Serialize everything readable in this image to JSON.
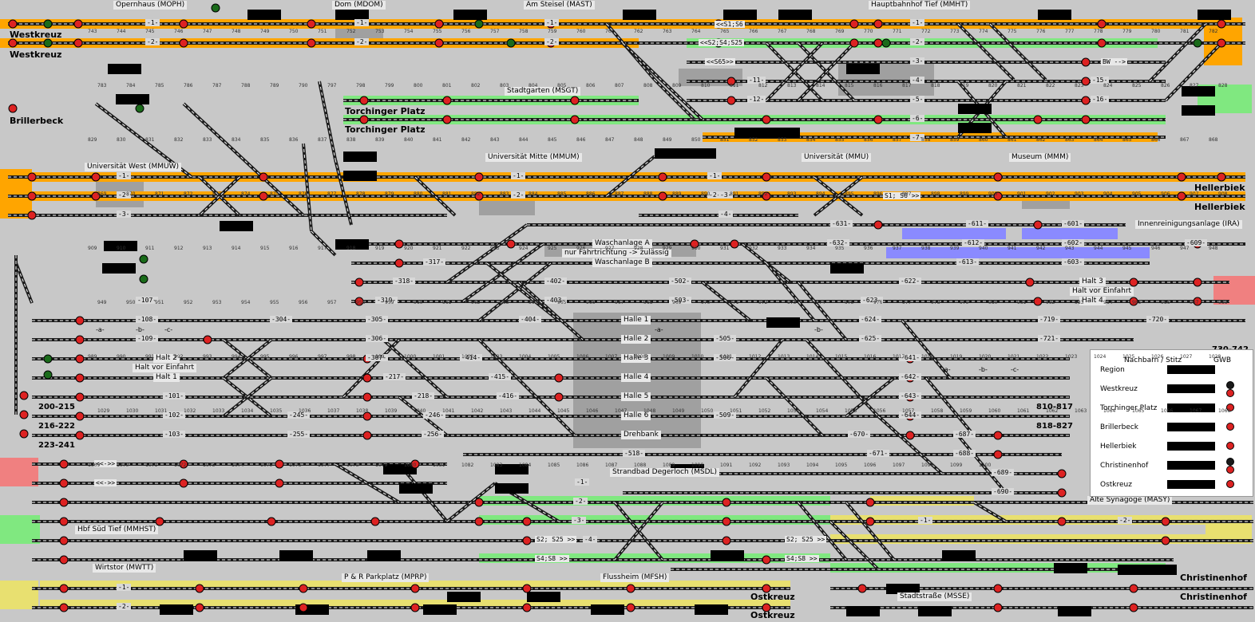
{
  "stations": {
    "opernhaus": "Opernhaus (MOPH)",
    "dom": "Dom (MDOM)",
    "am_steisel": "Am Steisel (MAST)",
    "hbf_tief": "Hauptbahnhof Tief (MMHT)",
    "stadtgarten": "Stadtgarten (MSGT)",
    "uni_west": "Universität West (MMUW)",
    "uni_mitte": "Universität Mitte (MMUM)",
    "universitaet": "Universität (MMU)",
    "museum": "Museum (MMM)",
    "ira": "Innenreinigungsanlage (IRA)",
    "strandbad": "Strandbad Degerloch (MSDL)",
    "alte_synagoge": "Alte Synagoge (MASY)",
    "hbf_sued_tief": "Hbf Süd Tief (MMHST)",
    "wirtstor": "Wirtstor (MWTT)",
    "pr_parkplatz": "P & R Parkplatz (MPRP)",
    "flussheim": "Flussheim (MFSH)",
    "stadtstrasse": "Stadtstraße (MSSE)"
  },
  "places": {
    "westkreuz_1": "Westkreuz",
    "westkreuz_2": "Westkreuz",
    "brillerbeck": "Brillerbeck",
    "torchinger_1": "Torchinger Platz",
    "torchinger_2": "Torchinger Platz",
    "hellerbiek_1": "Hellerbiek",
    "hellerbiek_2": "Hellerbiek",
    "christinenhof_1": "Christinenhof",
    "christinenhof_2": "Christinenhof",
    "ostkreuz_1": "Ostkreuz",
    "ostkreuz_2": "Ostkreuz"
  },
  "facility_labels": {
    "waschanlage_a": "Waschanlage A",
    "waschanlage_b": "Waschanlage B",
    "fahrtrichtung": "nur Fahrtrichtung -> zulässig",
    "halle_1": "Halle 1",
    "halle_2": "Halle 2",
    "halle_3": "Halle 3",
    "halle_4": "Halle 4",
    "halle_5": "Halle 5",
    "halle_6": "Halle 6",
    "drehbank": "Drehbank",
    "halt_2": "Halt 2",
    "halt_vor_einfahrt_w": "Halt vor Einfahrt",
    "halt_1": "Halt 1",
    "halt_3": "Halt 3",
    "halt_vor_einfahrt_e": "Halt vor Einfahrt",
    "halt_4": "Halt 4"
  },
  "route_labels": {
    "s1s6_top": "<<S1;S6",
    "s2s4s25": "<<S2;S4;S25",
    "s65": "<<S65>>",
    "bw": "BW -->",
    "s1s6_mid": "S1; S6 >>",
    "s2s25_a": "S2; S25 >>",
    "s4s8_a": "S4;S8 >>",
    "s2s25_b": "S2; S25 >>",
    "s4s8_b": "S4;S8 >>",
    "loop_a": "<<->>",
    "loop_b": "<<->>",
    "loop_c": "<<->>",
    "loop_d": "<<->>"
  },
  "ranges": {
    "r1": "200-215",
    "r2": "216-222",
    "r3": "223-241",
    "r4": "810-817",
    "r5": "818-827",
    "r6": "730-742"
  },
  "track_numbers": [
    "-1-",
    "-2-",
    "-1-",
    "-2-",
    "-1-",
    "-2-",
    "-1-",
    "-2-",
    "-3-",
    "-4-",
    "-5-",
    "-6-",
    "-7-",
    "-11-",
    "-12-",
    "-15-",
    "-16-",
    "-1-",
    "-2-",
    "-3-",
    "-1-",
    "-2-",
    "-1-",
    "-2-",
    "-3-",
    "-4-",
    "-631-",
    "-632-",
    "-611-",
    "-601-",
    "-612-",
    "-602-",
    "-609-",
    "-613-",
    "-603-",
    "-317-",
    "-318-",
    "-319-",
    "-402-",
    "-403-",
    "-502-",
    "-503-",
    "-622-",
    "-623-",
    "-107-",
    "-108-",
    "-109-",
    "-304-",
    "-305-",
    "-306-",
    "-307-",
    "-404-",
    "-624-",
    "-719-",
    "-720-",
    "-625-",
    "-721-",
    "-505-",
    "-506-",
    "-641-",
    "-642-",
    "-643-",
    "-644-",
    "-414-",
    "-415-",
    "-416-",
    "-101-",
    "-102-",
    "-103-",
    "-217-",
    "-218-",
    "-245-",
    "-246-",
    "-255-",
    "-256-",
    "-509-",
    "-670-",
    "-671-",
    "-687-",
    "-688-",
    "-518-",
    "-689-",
    "-690-",
    "-1-",
    "-2-",
    "-3-",
    "-4-",
    "-1-",
    "-2-",
    "-1-",
    "-2-"
  ],
  "tiny_letters": [
    "-a-",
    "-b-",
    "-c-",
    "-a-",
    "-b-",
    "-a-",
    "-b-",
    "-c-"
  ],
  "track_ids_sample": [
    "743",
    "744",
    "745",
    "746",
    "747",
    "748",
    "749",
    "750",
    "751",
    "752",
    "753",
    "754",
    "755",
    "756",
    "757",
    "758",
    "759",
    "760",
    "761",
    "762",
    "763",
    "764",
    "765",
    "766",
    "767",
    "768",
    "769",
    "770",
    "771",
    "772",
    "773",
    "774",
    "775",
    "776",
    "777",
    "778",
    "779",
    "780",
    "781",
    "782",
    "783",
    "784",
    "785",
    "786",
    "787",
    "788",
    "789",
    "790",
    "797",
    "798",
    "799",
    "800",
    "801",
    "802",
    "803",
    "804",
    "805",
    "806",
    "807",
    "808",
    "809",
    "810",
    "811",
    "812",
    "813",
    "814",
    "815",
    "816",
    "817",
    "818",
    "819",
    "820",
    "821",
    "822",
    "823",
    "824",
    "825",
    "826",
    "827",
    "828",
    "829",
    "830",
    "831",
    "832",
    "833",
    "834",
    "835",
    "836",
    "837",
    "838",
    "839",
    "840",
    "841",
    "842",
    "843",
    "844",
    "845",
    "846",
    "847",
    "848",
    "849",
    "850",
    "851",
    "852",
    "853",
    "854",
    "855",
    "856",
    "857",
    "858",
    "859",
    "860",
    "861",
    "862",
    "863",
    "864",
    "865",
    "866",
    "867",
    "868",
    "869",
    "870",
    "871",
    "872",
    "873",
    "874",
    "875",
    "876",
    "877",
    "878",
    "879",
    "880",
    "881",
    "882",
    "883",
    "884",
    "885",
    "886",
    "887",
    "888",
    "889",
    "890",
    "891",
    "892",
    "893",
    "894",
    "895",
    "896",
    "897",
    "898",
    "899",
    "900",
    "901",
    "902",
    "903",
    "904",
    "905",
    "906",
    "907",
    "908",
    "909",
    "910",
    "911",
    "912",
    "913",
    "914",
    "915",
    "916",
    "917",
    "918",
    "919",
    "920",
    "921",
    "922",
    "923",
    "924",
    "925",
    "926",
    "927",
    "928",
    "929",
    "930",
    "931",
    "932",
    "933",
    "934",
    "935",
    "936",
    "937",
    "938",
    "939",
    "940",
    "941",
    "942",
    "943",
    "944",
    "945",
    "946",
    "947",
    "948",
    "949",
    "950",
    "951",
    "952",
    "953",
    "954",
    "955",
    "956",
    "957",
    "958",
    "959",
    "960",
    "961",
    "962",
    "963",
    "964",
    "965",
    "966",
    "967",
    "968",
    "969",
    "970",
    "971",
    "972",
    "973",
    "974",
    "975",
    "976",
    "977",
    "978",
    "979",
    "980",
    "981",
    "982",
    "983",
    "984",
    "985",
    "986",
    "987",
    "988",
    "989",
    "990",
    "991",
    "992",
    "993",
    "994",
    "995",
    "996",
    "997",
    "998",
    "999",
    "1000",
    "1001",
    "1002",
    "1003",
    "1004",
    "1005",
    "1006",
    "1007",
    "1008",
    "1009",
    "1010",
    "1011",
    "1012",
    "1013",
    "1014",
    "1015",
    "1016",
    "1017",
    "1018",
    "1019",
    "1020",
    "1021",
    "1022",
    "1023",
    "1024",
    "1025",
    "1026",
    "1027",
    "1028",
    "1029",
    "1030",
    "1031",
    "1032",
    "1033",
    "1034",
    "1035",
    "1036",
    "1037",
    "1038",
    "1039",
    "1040",
    "1041",
    "1042",
    "1043",
    "1044",
    "1045",
    "1046",
    "1047",
    "1048",
    "1049",
    "1050",
    "1051",
    "1052",
    "1053",
    "1054",
    "1055",
    "1056",
    "1057",
    "1058",
    "1059",
    "1060",
    "1061",
    "1062",
    "1063",
    "1064",
    "1065",
    "1066",
    "1067",
    "1068",
    "1069",
    "1070",
    "1071",
    "1072",
    "1073",
    "1074",
    "1075",
    "1076",
    "1077",
    "1078",
    "1079",
    "1080",
    "1081",
    "1082",
    "1083",
    "1084",
    "1085",
    "1086",
    "1087",
    "1088",
    "1089",
    "1090",
    "1091",
    "1092",
    "1093",
    "1094",
    "1095",
    "1096",
    "1097",
    "1098",
    "1099",
    "1100"
  ],
  "panel": {
    "header_1": "Nachbarn / Stitz",
    "header_2": "GWB",
    "rows": [
      "Region",
      "Westkreuz",
      "Torchinger Platz",
      "Brillerbeck",
      "Hellerbiek",
      "Christinenhof",
      "Ostkreuz"
    ]
  },
  "colors": {
    "background": "#c8c8c8",
    "track": "#1a1a1a",
    "rail_white": "#ffffff",
    "orange_route": "#ffa500",
    "green_route": "#80e880",
    "yellow_route": "#e8e070",
    "blue_zone": "#8a8aff",
    "red_zone": "#f08080",
    "signal_red": "#dd2222",
    "signal_green": "#1a6b1a",
    "hall": "#a0a0a0"
  }
}
